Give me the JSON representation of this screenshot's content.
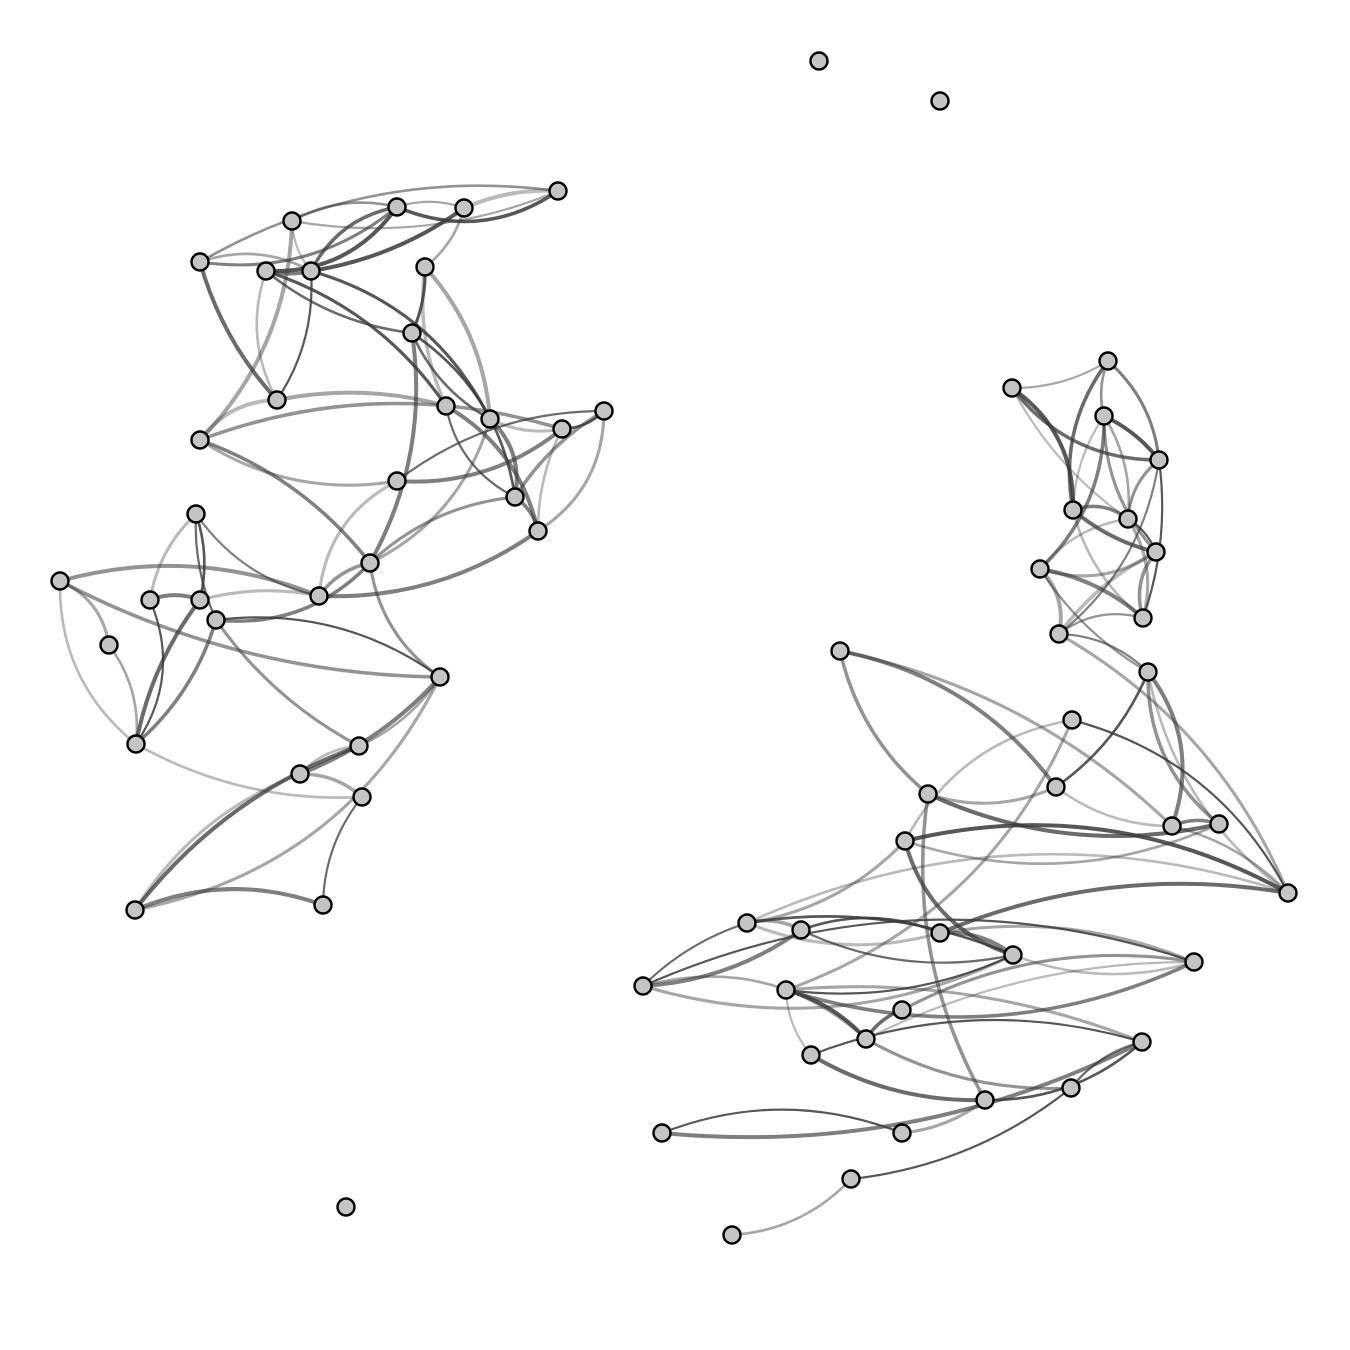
{
  "graph": {
    "type": "network",
    "directed": false,
    "edge_style": "curved-bundled",
    "colors": {
      "background": "#ffffff",
      "node_fill": "#c4c4c4",
      "node_stroke": "#000000",
      "edge": "#3a3a3a"
    },
    "isolated_nodes": [
      "i1",
      "i2",
      "i3"
    ],
    "clusters": [
      {
        "name": "left",
        "nodes": [
          "a1",
          "a2",
          "a3",
          "a4",
          "a5",
          "a6",
          "a7",
          "a8",
          "a9",
          "a10",
          "a11",
          "a12",
          "a13",
          "a14",
          "a15",
          "a16",
          "a17",
          "a18",
          "a19",
          "a20",
          "a21",
          "a22",
          "a23",
          "a24",
          "a25",
          "a26",
          "a27",
          "a28",
          "a29",
          "a30",
          "a31",
          "a32",
          "a33"
        ],
        "edges": [
          [
            "a1",
            "a3"
          ],
          [
            "a1",
            "a4"
          ],
          [
            "a1",
            "a5"
          ],
          [
            "a1",
            "a2"
          ],
          [
            "a2",
            "a3"
          ],
          [
            "a2",
            "a5"
          ],
          [
            "a2",
            "a4"
          ],
          [
            "a2",
            "a7"
          ],
          [
            "a3",
            "a6"
          ],
          [
            "a3",
            "a8"
          ],
          [
            "a4",
            "a6"
          ],
          [
            "a5",
            "a6"
          ],
          [
            "a6",
            "a7"
          ],
          [
            "a6",
            "a9"
          ],
          [
            "a6",
            "a12"
          ],
          [
            "a7",
            "a9"
          ],
          [
            "a7",
            "a10"
          ],
          [
            "a7",
            "a11"
          ],
          [
            "a8",
            "a12"
          ],
          [
            "a8",
            "a10"
          ],
          [
            "a8",
            "a11"
          ],
          [
            "a9",
            "a16"
          ],
          [
            "a9",
            "a11"
          ],
          [
            "a10",
            "a12"
          ],
          [
            "a10",
            "a17"
          ],
          [
            "a10",
            "a19"
          ],
          [
            "a11",
            "a17"
          ],
          [
            "a11",
            "a18"
          ],
          [
            "a12",
            "a14"
          ],
          [
            "a12",
            "a17"
          ],
          [
            "a12",
            "a19"
          ],
          [
            "a13",
            "a14"
          ],
          [
            "a13",
            "a15"
          ],
          [
            "a13",
            "a18"
          ],
          [
            "a14",
            "a15"
          ],
          [
            "a14",
            "a16"
          ],
          [
            "a14",
            "a18"
          ],
          [
            "a15",
            "a16"
          ],
          [
            "a15",
            "a20"
          ],
          [
            "a16",
            "a19"
          ],
          [
            "a17",
            "a18"
          ],
          [
            "a17",
            "a19"
          ],
          [
            "a18",
            "a20"
          ],
          [
            "a19",
            "a20"
          ],
          [
            "a19",
            "a25"
          ],
          [
            "a19",
            "a26"
          ],
          [
            "a20",
            "a21"
          ],
          [
            "a20",
            "a22"
          ],
          [
            "a20",
            "a24"
          ],
          [
            "a21",
            "a23"
          ],
          [
            "a21",
            "a24"
          ],
          [
            "a21",
            "a25"
          ],
          [
            "a22",
            "a26"
          ],
          [
            "a22",
            "a27"
          ],
          [
            "a23",
            "a24"
          ],
          [
            "a23",
            "a28"
          ],
          [
            "a24",
            "a28"
          ],
          [
            "a25",
            "a26"
          ],
          [
            "a25",
            "a28"
          ],
          [
            "a25",
            "a29"
          ],
          [
            "a26",
            "a29"
          ],
          [
            "a26",
            "a30"
          ],
          [
            "a26",
            "a32"
          ],
          [
            "a27",
            "a28"
          ],
          [
            "a28",
            "a31"
          ],
          [
            "a29",
            "a30"
          ],
          [
            "a29",
            "a32"
          ],
          [
            "a30",
            "a31"
          ],
          [
            "a30",
            "a32"
          ],
          [
            "a31",
            "a33"
          ],
          [
            "a32",
            "a33"
          ],
          [
            "a22",
            "a28"
          ],
          [
            "a13",
            "a17"
          ],
          [
            "a2",
            "a6"
          ],
          [
            "a4",
            "a16"
          ],
          [
            "a5",
            "a9"
          ]
        ]
      },
      {
        "name": "right",
        "nodes": [
          "b1",
          "b2",
          "b3",
          "b4",
          "b5",
          "b6",
          "b7",
          "b8",
          "b9",
          "b10",
          "b11",
          "b12",
          "b13",
          "b14",
          "b15",
          "b16",
          "b17",
          "b18",
          "b19",
          "b20",
          "b21",
          "b22",
          "b23",
          "b24",
          "b25",
          "b26",
          "b27",
          "b28",
          "b29",
          "b30",
          "b31",
          "b32",
          "b33",
          "b34",
          "b35",
          "b36"
        ],
        "edges": [
          [
            "b1",
            "b2"
          ],
          [
            "b1",
            "b3"
          ],
          [
            "b1",
            "b4"
          ],
          [
            "b1",
            "b5"
          ],
          [
            "b2",
            "b4"
          ],
          [
            "b2",
            "b5"
          ],
          [
            "b2",
            "b6"
          ],
          [
            "b3",
            "b4"
          ],
          [
            "b3",
            "b5"
          ],
          [
            "b3",
            "b6"
          ],
          [
            "b3",
            "b7"
          ],
          [
            "b3",
            "b8"
          ],
          [
            "b4",
            "b6"
          ],
          [
            "b4",
            "b9"
          ],
          [
            "b4",
            "b10"
          ],
          [
            "b5",
            "b6"
          ],
          [
            "b5",
            "b7"
          ],
          [
            "b5",
            "b9"
          ],
          [
            "b6",
            "b7"
          ],
          [
            "b6",
            "b8"
          ],
          [
            "b6",
            "b9"
          ],
          [
            "b7",
            "b8"
          ],
          [
            "b7",
            "b9"
          ],
          [
            "b7",
            "b10"
          ],
          [
            "b8",
            "b9"
          ],
          [
            "b8",
            "b10"
          ],
          [
            "b8",
            "b11"
          ],
          [
            "b9",
            "b10"
          ],
          [
            "b10",
            "b11"
          ],
          [
            "b11",
            "b14"
          ],
          [
            "b11",
            "b16"
          ],
          [
            "b11",
            "b17"
          ],
          [
            "b11",
            "b19"
          ],
          [
            "b12",
            "b18"
          ],
          [
            "b12",
            "b19"
          ],
          [
            "b13",
            "b14"
          ],
          [
            "b13",
            "b15"
          ],
          [
            "b13",
            "b16"
          ],
          [
            "b14",
            "b15"
          ],
          [
            "b14",
            "b16"
          ],
          [
            "b15",
            "b17"
          ],
          [
            "b16",
            "b17"
          ],
          [
            "b17",
            "b18"
          ],
          [
            "b18",
            "b19"
          ],
          [
            "b18",
            "b20"
          ],
          [
            "b18",
            "b23"
          ],
          [
            "b19",
            "b20"
          ],
          [
            "b19",
            "b22"
          ],
          [
            "b20",
            "b21"
          ],
          [
            "b20",
            "b22"
          ],
          [
            "b20",
            "b23"
          ],
          [
            "b20",
            "b24"
          ],
          [
            "b21",
            "b22"
          ],
          [
            "b21",
            "b23"
          ],
          [
            "b21",
            "b24"
          ],
          [
            "b22",
            "b23"
          ],
          [
            "b22",
            "b25"
          ],
          [
            "b23",
            "b24"
          ],
          [
            "b23",
            "b25"
          ],
          [
            "b23",
            "b26"
          ],
          [
            "b24",
            "b25"
          ],
          [
            "b24",
            "b29"
          ],
          [
            "b25",
            "b26"
          ],
          [
            "b25",
            "b27"
          ],
          [
            "b25",
            "b29"
          ],
          [
            "b26",
            "b28"
          ],
          [
            "b26",
            "b29"
          ],
          [
            "b26",
            "b30"
          ],
          [
            "b27",
            "b29"
          ],
          [
            "b28",
            "b30"
          ],
          [
            "b28",
            "b31"
          ],
          [
            "b29",
            "b32"
          ],
          [
            "b30",
            "b31"
          ],
          [
            "b30",
            "b32"
          ],
          [
            "b30",
            "b33"
          ],
          [
            "b31",
            "b34"
          ],
          [
            "b32",
            "b35"
          ],
          [
            "b33",
            "b34"
          ],
          [
            "b35",
            "b36"
          ],
          [
            "b16",
            "b19"
          ],
          [
            "b10",
            "b19"
          ],
          [
            "b15",
            "b31"
          ],
          [
            "b12",
            "b26"
          ]
        ]
      }
    ]
  }
}
